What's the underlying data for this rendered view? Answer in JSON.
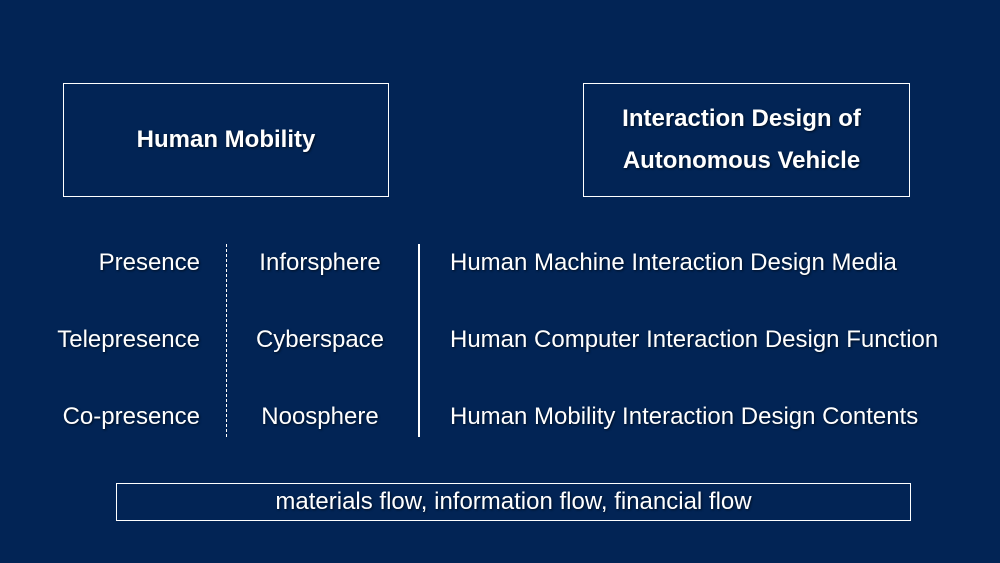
{
  "background_color": "#022455",
  "top_boxes": {
    "left": "Human Mobility",
    "right_line1": "Interaction Design of",
    "right_line2": "Autonomous Vehicle"
  },
  "column1": [
    "Presence",
    "Telepresence",
    "Co-presence"
  ],
  "column2": [
    "Inforsphere",
    "Cyberspace",
    "Noosphere"
  ],
  "column3": [
    "Human Machine Interaction Design Media",
    "Human Computer Interaction Design Function",
    "Human Mobility Interaction Design Contents"
  ],
  "bottom_box": "materials flow, information flow, financial flow"
}
